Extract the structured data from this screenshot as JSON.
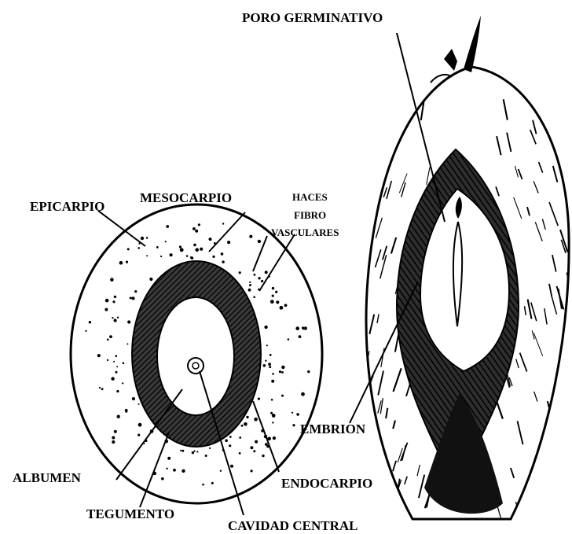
{
  "labels": {
    "poro_germinativo": "PORO GERMINATIVO",
    "epicarpio": "EPICARPIO",
    "mesocarpio": "MESOCARPIO",
    "haces_line1": "HACES",
    "haces_line2": "FIBRO",
    "haces_line3": "VASCULARES",
    "embrion": "EMBRION",
    "albumen": "ALBUMEN",
    "endocarpio": "ENDOCARPIO",
    "tegumento": "TEGUMENTO",
    "cavidad_central": "CAVIDAD CENTRAL"
  }
}
